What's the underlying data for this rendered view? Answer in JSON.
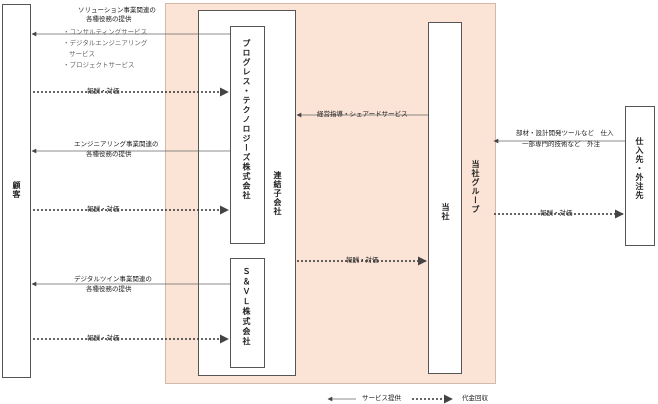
{
  "nodes": {
    "customer": "顧客",
    "progress": "プログレス・テクノロジーズ株式会社",
    "consolidated": "連結子会社",
    "svl": "Ｓ＆ＶＬ株式会社",
    "company": "当社",
    "group": "当社グループ",
    "supplier": "仕入先・外注先"
  },
  "labels": {
    "solution_title_1": "ソリューション事業関連の",
    "solution_title_2": "各種役務の提供",
    "solution_item_1": "・コンサルティングサービス",
    "solution_item_2": "・デジタルエンジニアリング",
    "solution_item_2b": "サービス",
    "solution_item_3": "・プロジェクトサービス",
    "reward_1": "報酬・対価",
    "engineering_1": "エンジニアリング事業関連の",
    "engineering_2": "各種役務の提供",
    "reward_2": "報酬・対価",
    "digital_twin_1": "デジタルツイン事業関連の",
    "digital_twin_2": "各種役務の提供",
    "reward_3": "報酬・対価",
    "management": "経営指導・シェアードサービス",
    "reward_4": "報酬・対価",
    "supplier_1": "部材・設計開発ツールなど　仕入",
    "supplier_2": "一部専門的技術など　外注",
    "reward_5": "報酬・対価"
  },
  "legend": {
    "service": "サービス提供",
    "payment": "代金回収"
  }
}
